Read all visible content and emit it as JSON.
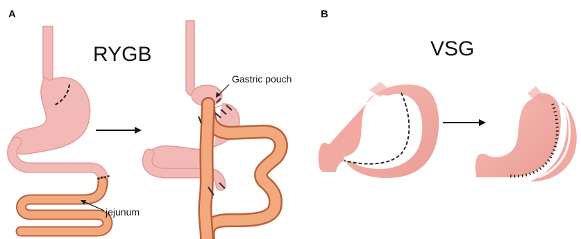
{
  "panels": {
    "a": {
      "letter": "A",
      "title": "RYGB"
    },
    "b": {
      "letter": "B",
      "title": "VSG"
    }
  },
  "annotations": {
    "gastric_pouch": "Gastric pouch",
    "jejunum": "jejunum"
  },
  "colors": {
    "stomach_fill": "#f2b9b6",
    "stomach_stroke": "#e29a96",
    "jejunum_fill": "#f3a97e",
    "jejunum_stroke": "#b9603a",
    "vsg_stomach_fill": "#f1a9a1",
    "vsg_shadow": "#e68b85",
    "cut_line": "#222222"
  }
}
